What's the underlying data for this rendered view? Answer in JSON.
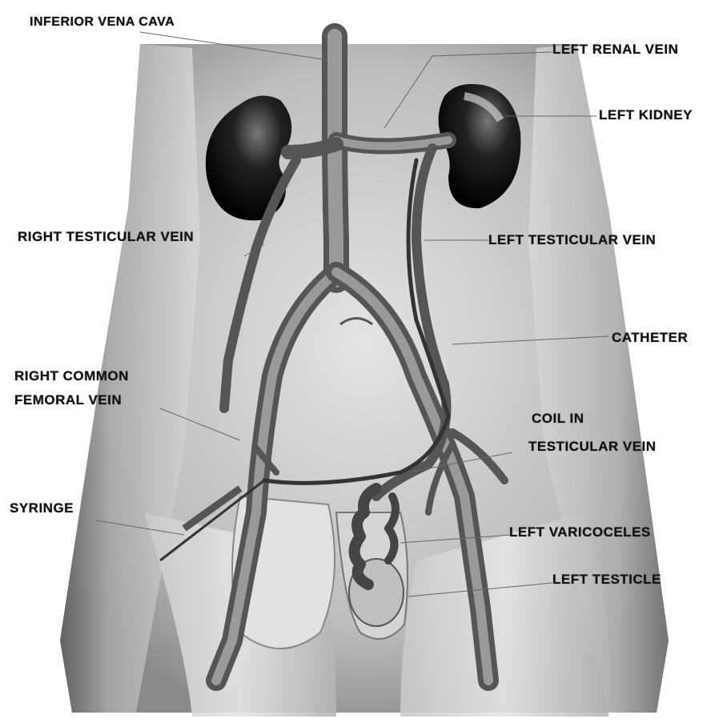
{
  "labels": {
    "inferior_vena_cava": "INFERIOR VENA CAVA",
    "left_renal_vein": "LEFT RENAL VEIN",
    "left_kidney": "LEFT KIDNEY",
    "right_testicular_vein": "RIGHT TESTICULAR VEIN",
    "left_testicular_vein": "LEFT TESTICULAR VEIN",
    "catheter": "CATHETER",
    "right_common_femoral_vein_line1": "RIGHT COMMON",
    "right_common_femoral_vein_line2": "FEMORAL VEIN",
    "coil_line1": "COIL IN",
    "coil_line2": "TESTICULAR VEIN",
    "syringe": "SYRINGE",
    "left_varicoceles": "LEFT VARICOCELES",
    "left_testicle": "LEFT TESTICLE"
  }
}
